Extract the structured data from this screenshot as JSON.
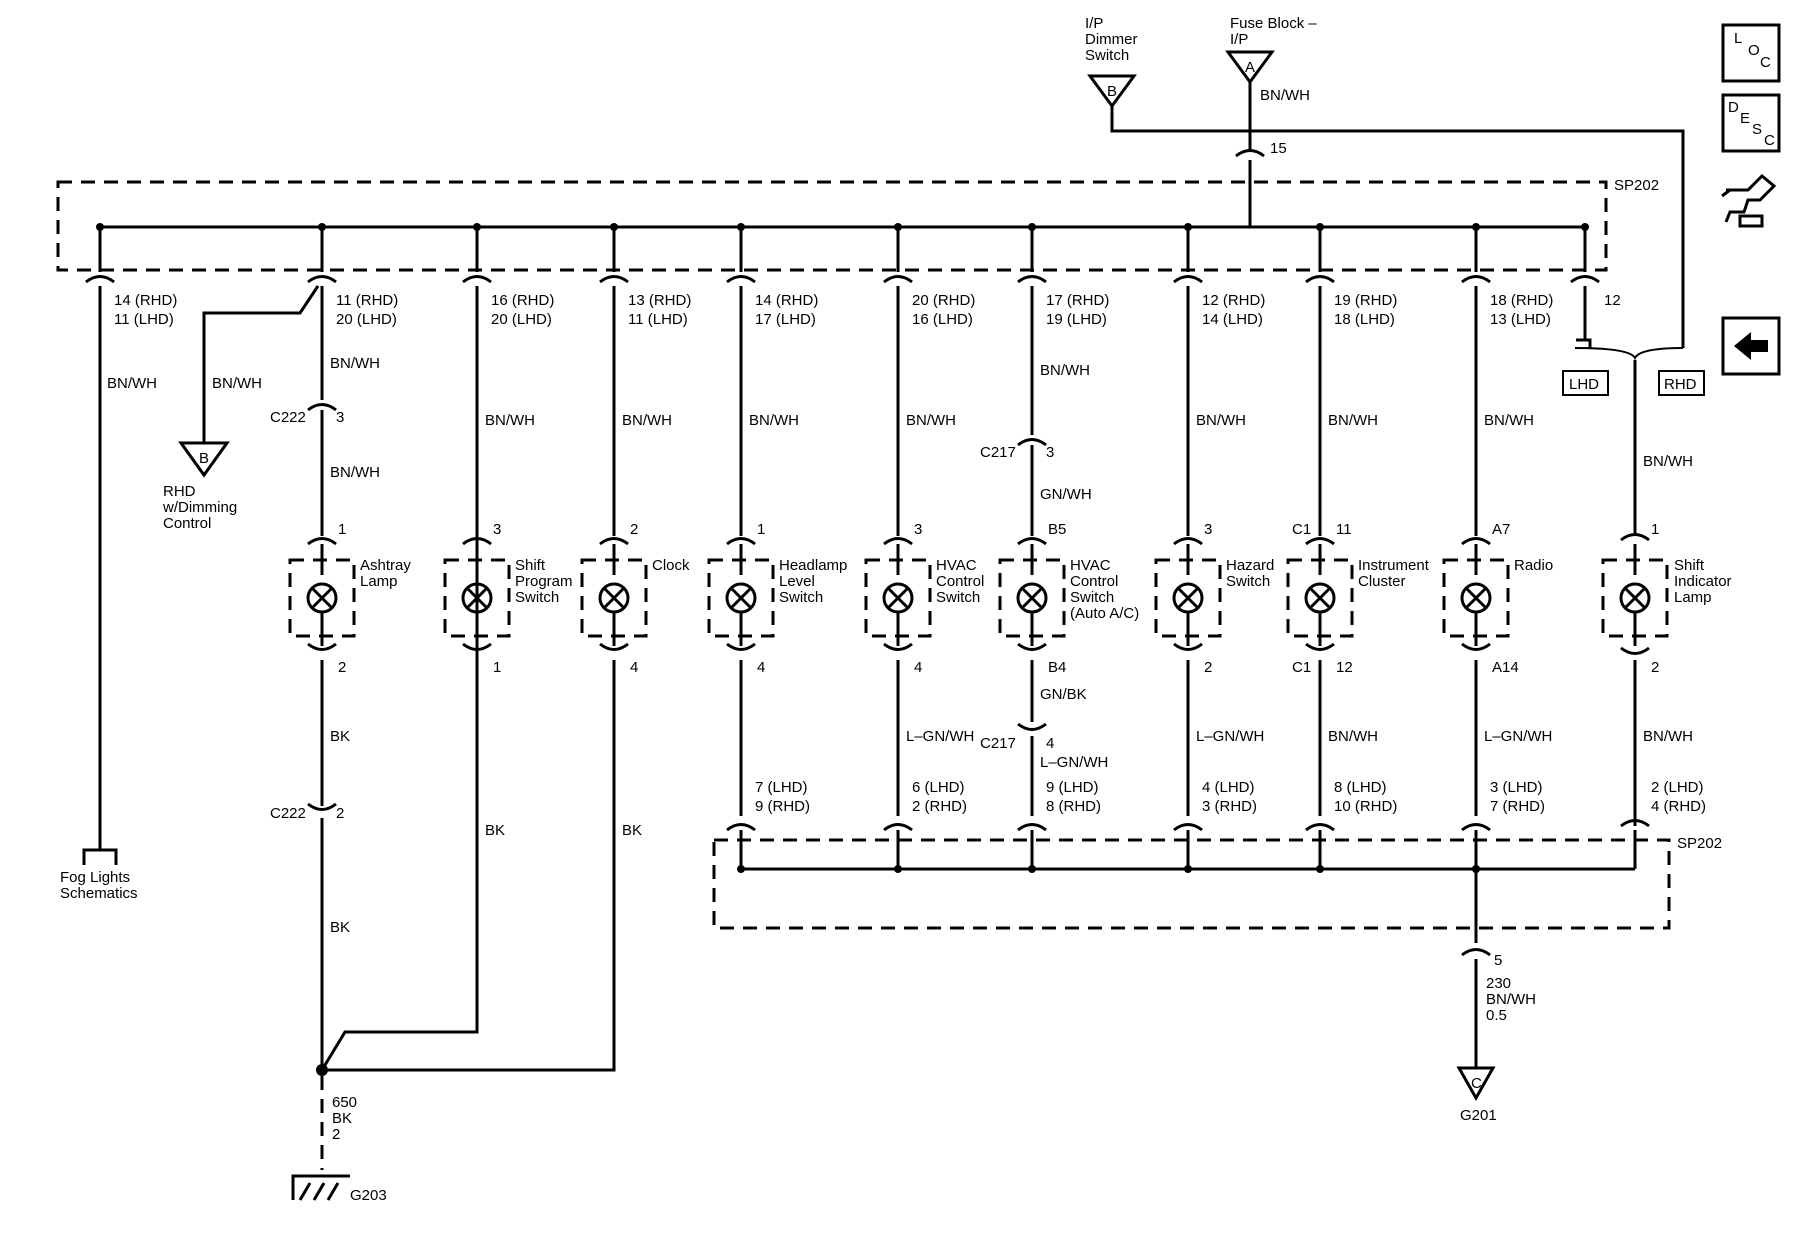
{
  "top": {
    "dimmer_label": [
      "I/P",
      "Dimmer",
      "Switch"
    ],
    "dimmer_letter": "B",
    "fuse_label": [
      "Fuse Block –",
      "I/P"
    ],
    "fuse_letter": "A",
    "fuse_wire": "BN/WH",
    "fuse_pin": "15",
    "splice_top": "SP202",
    "splice_bottom": "SP202"
  },
  "left": {
    "pin": [
      "14 (RHD)",
      "11 (LHD)"
    ],
    "wire": "BN/WH",
    "fog_label": [
      "Fog Lights",
      "Schematics"
    ]
  },
  "rhd_dim": {
    "wire": "BN/WH",
    "letter": "B",
    "label": [
      "RHD",
      "w/Dimming",
      "Control"
    ]
  },
  "branches": [
    {
      "top_pin": [
        "11 (RHD)",
        "20 (LHD)"
      ],
      "wire1": "BN/WH",
      "conn1": "C222",
      "conn1_pin": "3",
      "wire2": "BN/WH",
      "lamp_pin_top": "1",
      "lamp_label": [
        "Ashtray",
        "Lamp"
      ],
      "lamp_pin_bot": "2",
      "wire3": "BK",
      "conn2": "C222",
      "conn2_pin": "2",
      "wire4": "BK"
    },
    {
      "top_pin": [
        "16 (RHD)",
        "20 (LHD)"
      ],
      "wire1": "BN/WH",
      "lamp_pin_top": "3",
      "lamp_label": [
        "Shift",
        "Program",
        "Switch"
      ],
      "lamp_pin_bot": "1",
      "wire3": "BK"
    },
    {
      "top_pin": [
        "13 (RHD)",
        "11 (LHD)"
      ],
      "wire1": "BN/WH",
      "lamp_pin_top": "2",
      "lamp_label": [
        "Clock"
      ],
      "lamp_pin_bot": "4",
      "wire3": "BK"
    },
    {
      "top_pin": [
        "14 (RHD)",
        "17 (LHD)"
      ],
      "wire1": "BN/WH",
      "lamp_pin_top": "1",
      "lamp_label": [
        "Headlamp",
        "Level",
        "Switch"
      ],
      "lamp_pin_bot": "4",
      "bot_pin": [
        "7 (LHD)",
        "9 (RHD)"
      ]
    },
    {
      "top_pin": [
        "20 (RHD)",
        "16 (LHD)"
      ],
      "wire1": "BN/WH",
      "lamp_pin_top": "3",
      "lamp_label": [
        "HVAC",
        "Control",
        "Switch"
      ],
      "lamp_pin_bot": "4",
      "wire3": "L–GN/WH",
      "bot_pin": [
        "6 (LHD)",
        "2 (RHD)"
      ]
    },
    {
      "top_pin": [
        "17 (RHD)",
        "19 (LHD)"
      ],
      "wire1": "BN/WH",
      "conn1": "C217",
      "conn1_pin": "3",
      "wire2": "GN/WH",
      "lamp_pin_top": "B5",
      "lamp_label": [
        "HVAC",
        "Control",
        "Switch",
        "(Auto A/C)"
      ],
      "lamp_pin_bot": "B4",
      "wire3": "GN/BK",
      "conn2": "C217",
      "conn2_pin": "4",
      "wire4": "L–GN/WH",
      "bot_pin": [
        "9 (LHD)",
        "8 (RHD)"
      ]
    },
    {
      "top_pin": [
        "12 (RHD)",
        "14 (LHD)"
      ],
      "wire1": "BN/WH",
      "lamp_pin_top": "3",
      "lamp_label": [
        "Hazard",
        "Switch"
      ],
      "lamp_pin_bot": "2",
      "wire3": "L–GN/WH",
      "bot_pin": [
        "4 (LHD)",
        "3 (RHD)"
      ]
    },
    {
      "top_pin": [
        "19 (RHD)",
        "18 (LHD)"
      ],
      "wire1": "BN/WH",
      "lamp_pin_top_prefix": "C1",
      "lamp_pin_top": "11",
      "lamp_label": [
        "Instrument",
        "Cluster"
      ],
      "lamp_pin_bot_prefix": "C1",
      "lamp_pin_bot": "12",
      "wire3": "BN/WH",
      "bot_pin": [
        "8 (LHD)",
        "10 (RHD)"
      ]
    },
    {
      "top_pin": [
        "18 (RHD)",
        "13 (LHD)"
      ],
      "wire1": "BN/WH",
      "lamp_pin_top": "A7",
      "lamp_label": [
        "Radio"
      ],
      "lamp_pin_bot": "A14",
      "wire3": "L–GN/WH",
      "bot_pin": [
        "3 (LHD)",
        "7 (RHD)"
      ]
    }
  ],
  "shift_indicator": {
    "top_pin": "12",
    "lhd": "LHD",
    "rhd": "RHD",
    "wire": "BN/WH",
    "lamp_pin_top": "1",
    "lamp_label": [
      "Shift",
      "Indicator",
      "Lamp"
    ],
    "lamp_pin_bot": "2",
    "wire_bot": "BN/WH",
    "bot_pin": [
      "2 (LHD)",
      "4 (RHD)"
    ]
  },
  "ground_g203": {
    "label": [
      "650",
      "BK",
      "2"
    ],
    "name": "G203"
  },
  "ground_g201": {
    "pin": "5",
    "label": [
      "230",
      "BN/WH",
      "0.5"
    ],
    "letter": "C",
    "name": "G201"
  },
  "nav": {
    "loc": [
      "L",
      "O",
      "C"
    ],
    "desc": [
      "D",
      "E",
      "S",
      "C"
    ]
  }
}
